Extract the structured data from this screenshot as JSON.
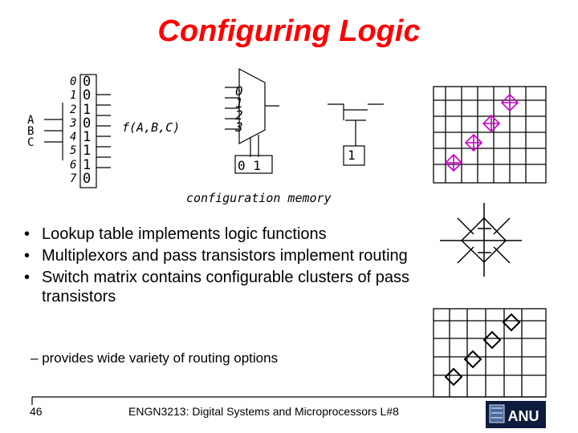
{
  "title": "Configuring Logic",
  "lut": {
    "inputs": [
      "A",
      "B",
      "C"
    ],
    "indices": [
      "0",
      "1",
      "2",
      "3",
      "4",
      "5",
      "6",
      "7"
    ],
    "values": [
      "0",
      "0",
      "1",
      "0",
      "1",
      "1",
      "1",
      "0"
    ],
    "function_label": "f(A,B,C)"
  },
  "mux": {
    "inputs": [
      "0",
      "1",
      "2",
      "3"
    ],
    "select_bits": "0 1"
  },
  "pass_transistor": {
    "bit": "1"
  },
  "config_memory_label": "configuration memory",
  "bullets": [
    "Lookup table implements logic functions",
    "Multiplexors and pass transistors implement routing",
    "Switch matrix contains configurable clusters of pass transistors"
  ],
  "sub_bullet": "provides wide variety of routing options",
  "footer": {
    "page_number": "46",
    "course": "ENGN3213: Digital Systems and Microprocessors L#8"
  },
  "colors": {
    "title": "#ff0000",
    "switch_point": "#cc00cc"
  },
  "icons": [
    "anu-logo"
  ]
}
